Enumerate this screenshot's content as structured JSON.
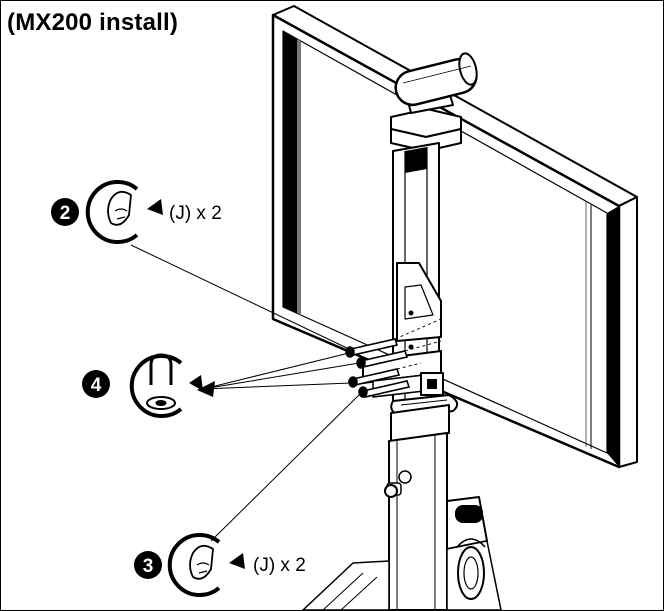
{
  "title": "(MX200 install)",
  "callouts": {
    "step2": {
      "number": "2",
      "label": "(J) x 2",
      "icon": "hand-rotate-screw-icon"
    },
    "step3": {
      "number": "3",
      "label": "(J) x 2",
      "icon": "hand-rotate-screw-icon"
    },
    "step4": {
      "number": "4",
      "icon": "thumbscrew-tighten-icon"
    }
  },
  "colors": {
    "ink": "#000000",
    "paper": "#ffffff",
    "screen": "#ffffff"
  }
}
